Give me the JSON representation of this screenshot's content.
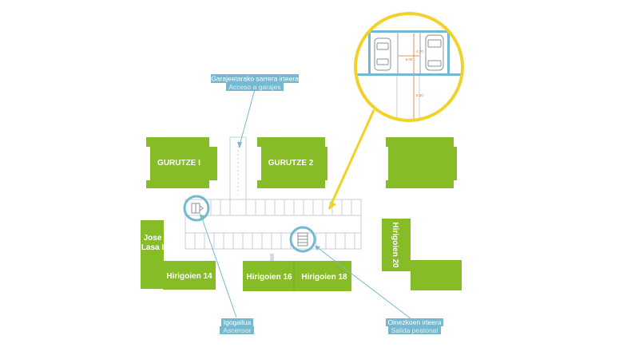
{
  "colors": {
    "building": "#86bc25",
    "building_dark": "#78aa1f",
    "callout": "#74b9cf",
    "zoom_ring": "#f1d22b",
    "dimension": "#e07020",
    "outline": "#c9cfd3"
  },
  "buildings": {
    "gurutze1": "GURUTZE I",
    "gurutze2": "GURUTZE 2",
    "jose_lasa_line1": "Jose",
    "jose_lasa_line2": "Lasa I",
    "hirigoien14": "Hirigoien 14",
    "hirigoien16": "Hirigoien 16",
    "hirigoien18": "Hirigoien 18",
    "hirigoien20": "Hirigoien 20"
  },
  "callouts": {
    "garage_access": {
      "line1": "Garajeetarako sarrera irteera",
      "line2": "Acceso a garajes",
      "icon": "arrow-pointer"
    },
    "elevator": {
      "line1": "Igogailua",
      "line2": "Ascensor",
      "icon": "elevator-icon"
    },
    "pedestrian_exit": {
      "line1": "Oinezkoen irteera",
      "line2": "Salida peatonal",
      "icon": "stairs-icon"
    }
  },
  "zoom_detail": {
    "dim_width": "5.00",
    "dim_depth": "4.70",
    "dim_aisle": "5.00"
  }
}
